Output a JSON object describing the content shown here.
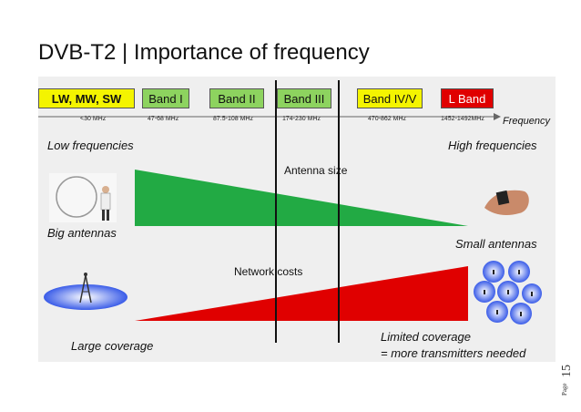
{
  "title": "DVB-T2 | Importance of frequency",
  "bands": [
    {
      "label": "LW, MW, SW",
      "range": "<30 MHz",
      "color": "#f4f400"
    },
    {
      "label": "Band I",
      "range": "47-68 MHz",
      "color": "#8dd35f"
    },
    {
      "label": "Band II",
      "range": "87.5-108 MHz",
      "color": "#8dd35f"
    },
    {
      "label": "Band III",
      "range": "174-230 MHz",
      "color": "#8dd35f"
    },
    {
      "label": "Band IV/V",
      "range": "470-862 MHz",
      "color": "#f4f400"
    },
    {
      "label": "L Band",
      "range": "1452-1492MHz",
      "color": "#e00000"
    }
  ],
  "axis_label": "Frequency",
  "low_frequencies": "Low frequencies",
  "high_frequencies": "High frequencies",
  "antenna_size": "Antenna size",
  "big_antennas": "Big antennas",
  "small_antennas": "Small antennas",
  "network_costs": "Network costs",
  "large_coverage": "Large coverage",
  "limited_coverage_line1": "Limited coverage",
  "limited_coverage_line2": "= more transmitters needed",
  "page_word": "Page",
  "page_number": "15",
  "colors": {
    "green_wedge": "#22aa44",
    "red_wedge": "#e00000",
    "blue_coverage": "#4a6cf0"
  }
}
